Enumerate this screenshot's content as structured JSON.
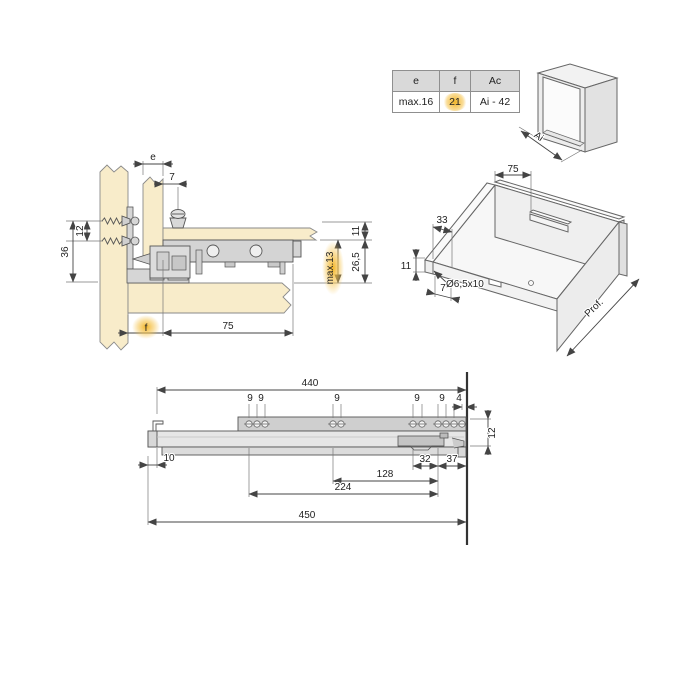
{
  "table": {
    "h_e": "e",
    "h_f": "f",
    "h_ac": "Ac",
    "v_e": "max.16",
    "v_f": "21",
    "v_ac": "Ai - 42"
  },
  "cabinet": {
    "dim_ai": "Ai"
  },
  "cross_section": {
    "dim_e": "e",
    "dim_7": "7",
    "dim_12": "12",
    "dim_36": "36",
    "dim_11": "11",
    "dim_26_5": "26,5",
    "dim_max13": "max.13",
    "dim_f": "f",
    "dim_75": "75"
  },
  "drawer3d": {
    "dim_75": "75",
    "dim_33": "33",
    "dim_11": "11",
    "dim_slot": "Ø6,5x10",
    "dim_7": "7",
    "dim_prof": "Prof."
  },
  "sideview": {
    "dim_440": "440",
    "dim_450": "450",
    "dim_10": "10",
    "dim_9a": "9",
    "dim_9b": "9",
    "dim_9c": "9",
    "dim_9d": "9",
    "dim_9e": "9",
    "dim_4": "4",
    "dim_12": "12",
    "dim_32": "32",
    "dim_37": "37",
    "dim_128": "128",
    "dim_224": "224"
  },
  "colors": {
    "wood": "#f8ecca",
    "metal_light": "#e6e6e6",
    "metal_mid": "#cfcfcf",
    "highlight": "#f5c249",
    "line": "#4a4a4a"
  }
}
